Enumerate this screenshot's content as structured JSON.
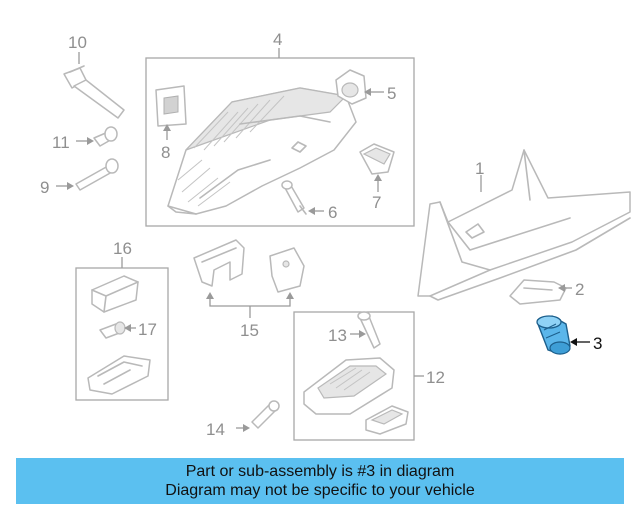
{
  "colors": {
    "highlight_part": "#5bb6ea",
    "banner_background": "#5bc0f0",
    "line_gray": "#b9b9b9"
  },
  "callouts": {
    "p1": "1",
    "p2": "2",
    "p3": "3",
    "p4": "4",
    "p5": "5",
    "p6": "6",
    "p7": "7",
    "p8": "8",
    "p9": "9",
    "p10": "10",
    "p11": "11",
    "p12": "12",
    "p13": "13",
    "p14": "14",
    "p15": "15",
    "p16": "16",
    "p17": "17"
  },
  "highlighted_part": "3",
  "banner": {
    "line1": "Part or sub-assembly is #3 in diagram",
    "line2": "Diagram may not be specific to your vehicle"
  }
}
